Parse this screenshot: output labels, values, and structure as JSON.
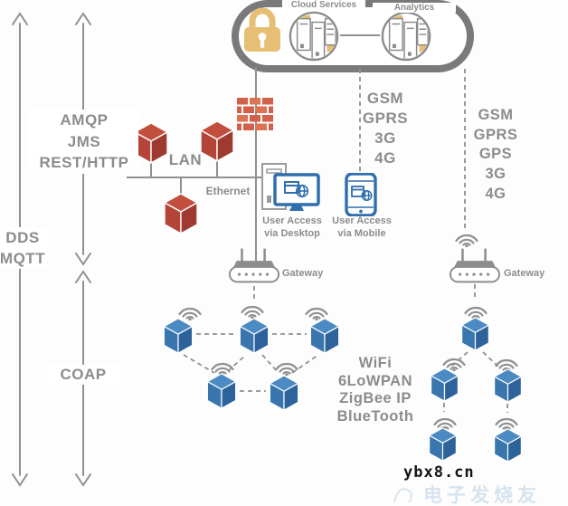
{
  "colors": {
    "line_gray": "#909090",
    "text_gray": "#8c8c8c",
    "cloud_stroke": "#7a7a7a",
    "lock_gold": "#e6bf75",
    "brick_red": "#d2604a",
    "brick_red_light": "#df7252",
    "cube_red_top": "#c24f3e",
    "cube_red_left": "#b34437",
    "cube_red_right": "#9e3a2f",
    "cube_blue_top": "#4b8ac2",
    "cube_blue_left": "#3a76ae",
    "cube_blue_right": "#2d639a",
    "device_blue": "#2f6fad",
    "watermark_blue": "#b9cfe2"
  },
  "cloud": {
    "services_label": "Cloud Services",
    "analytics_label": "Analytics"
  },
  "protocol_arrows": {
    "outer": [
      "DDS",
      "MQTT"
    ],
    "upper": [
      "AMQP",
      "JMS",
      "REST/HTTP"
    ],
    "lower": [
      "COAP"
    ]
  },
  "lan": {
    "label": "LAN",
    "ethernet_label": "Ethernet"
  },
  "access": {
    "desktop_line1": "User Access",
    "desktop_line2": "via Desktop",
    "mobile_line1": "User Access",
    "mobile_line2": "via Mobile"
  },
  "cellular_mobile": [
    "GSM",
    "GPRS",
    "3G",
    "4G"
  ],
  "cellular_right": [
    "GSM",
    "GPRS",
    "GPS",
    "3G",
    "4G"
  ],
  "gateways": {
    "left_label": "Gateway",
    "right_label": "Gateway"
  },
  "wireless_protocols": [
    "WiFi",
    "6LoWPAN",
    "ZigBee IP",
    "BlueTooth"
  ],
  "watermark": {
    "site": "ybx8.cn",
    "logo": "电子发烧友"
  }
}
